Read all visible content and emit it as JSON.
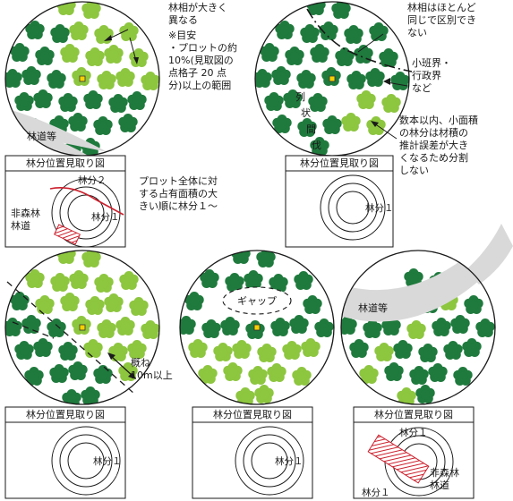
{
  "panels": [
    {
      "notes": [
        "林相が大きく\n異なる",
        "※目安\n・プロットの約\n10%(見取図の\n点格子 20 点\n分)以上の範囲"
      ],
      "road_label": "林道等",
      "box_title": "林分位置見取り図",
      "stand_labels": [
        "林分２",
        "林分１"
      ],
      "nonforest_label": "非森林\n林道",
      "side_note": "プロット全体に対\nする占有面積の大\nきい順に林分１〜"
    },
    {
      "notes": [
        "林相はほとんど\n同じで区別でき\nない",
        "小班界・\n行政界\nなど",
        "数本以内、小面積\nの林分は材積の\n推計誤差が大き\nくなるため分割\nしない"
      ],
      "cutting_label": [
        "列",
        "状",
        "間",
        "伐"
      ],
      "box_title": "林分位置見取り図",
      "stand_labels": [
        "林分１"
      ]
    },
    {
      "distance_label": "概ね\n10m以上",
      "box_title": "林分位置見取り図",
      "stand_labels": [
        "林分１"
      ]
    },
    {
      "gap_label": "ギャップ",
      "box_title": "林分位置見取り図",
      "stand_labels": [
        "林分１"
      ]
    },
    {
      "road_label": "林道等",
      "box_title": "林分位置見取り図",
      "stand_labels": [
        "林分１",
        "林分１"
      ],
      "nonforest_label": "非森林\n林道"
    }
  ],
  "colors": {
    "light_tree": "#8dc63f",
    "dark_tree": "#1f7a3d",
    "road": "#d9d9d9",
    "stand_line": "#cc1f2c",
    "center_marker": "#f7d000"
  }
}
